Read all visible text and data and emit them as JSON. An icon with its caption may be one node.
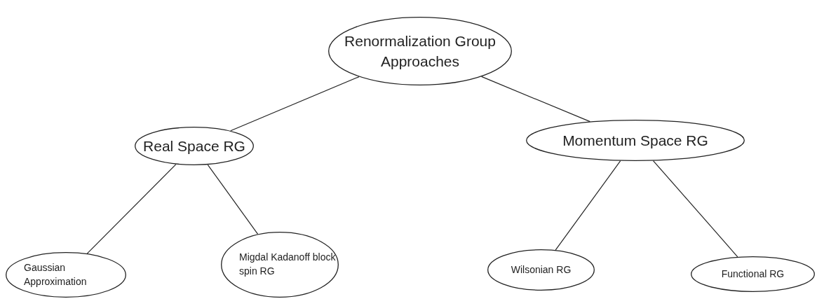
{
  "diagram": {
    "nodes": [
      {
        "text": [
          "Renormalization Group Approaches"
        ]
      },
      {
        "text": [
          "Real Space RG"
        ]
      },
      {
        "text": [
          "Momentum Space RG"
        ]
      },
      {
        "text": [
          "Gaussian Approximation"
        ]
      },
      {
        "text": [
          "Migdal Kadanoff block spin RG"
        ]
      },
      {
        "text": [
          "Wilsonian RG"
        ]
      },
      {
        "text": [
          "Functional RG"
        ]
      }
    ],
    "edges": [
      {
        "from": 0,
        "to": 1,
        "arrow": "none"
      },
      {
        "from": 0,
        "to": 2,
        "arrow": "none"
      },
      {
        "from": 1,
        "to": 3,
        "arrow": "none"
      },
      {
        "from": 1,
        "to": 4,
        "arrow": "none"
      },
      {
        "from": 2,
        "to": 5,
        "arrow": "none"
      },
      {
        "from": 2,
        "to": 6,
        "arrow": "none"
      }
    ]
  }
}
